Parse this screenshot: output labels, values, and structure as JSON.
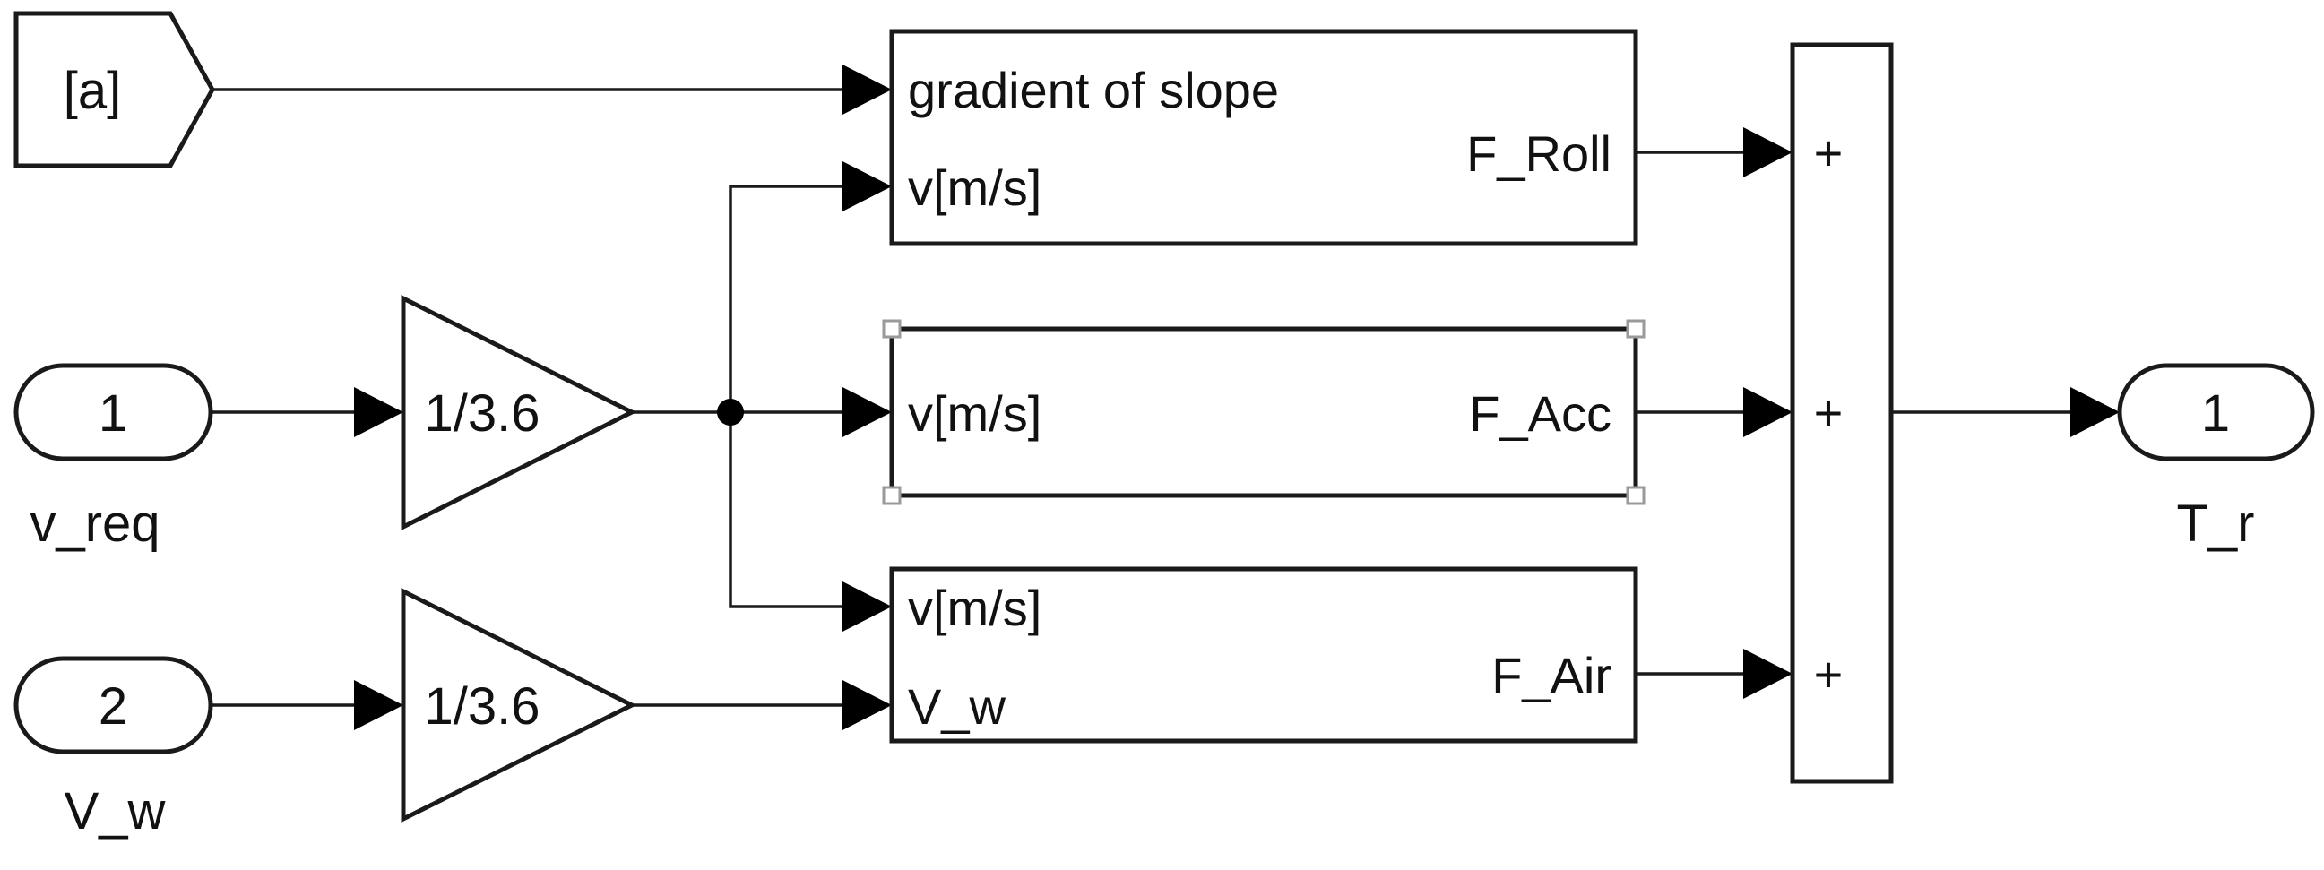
{
  "goto_tag": {
    "label": "[a]"
  },
  "inport_1": {
    "number": "1",
    "name": "v_req"
  },
  "inport_2": {
    "number": "2",
    "name": "V_w"
  },
  "gain_1": {
    "label": "1/3.6"
  },
  "gain_2": {
    "label": "1/3.6"
  },
  "roll_block": {
    "input_slope": "gradient of slope",
    "input_speed": "v[m/s]",
    "output": "F_Roll"
  },
  "acc_block": {
    "input_speed": "v[m/s]",
    "output": "F_Acc"
  },
  "air_block": {
    "input_speed": "v[m/s]",
    "input_wind": "V_w",
    "output": "F_Air"
  },
  "sum_block": {
    "signs": [
      "+",
      "+",
      "+"
    ]
  },
  "outport_1": {
    "number": "1",
    "name": "T_r"
  }
}
